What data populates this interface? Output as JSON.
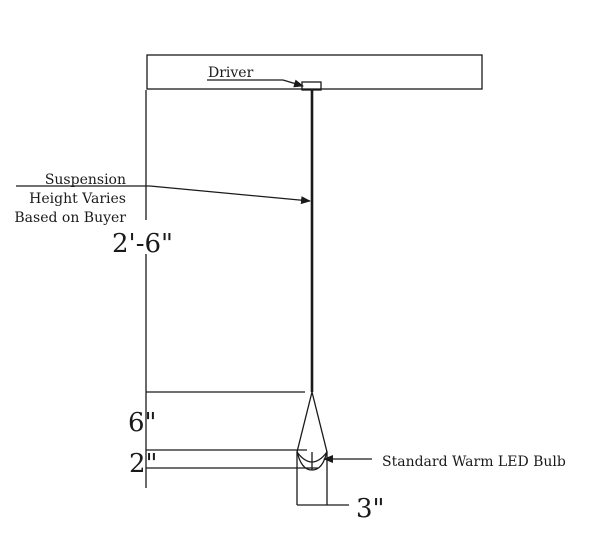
{
  "labels": {
    "driver": "Driver",
    "suspension_line1": "Suspension",
    "suspension_line2": "Height Varies",
    "suspension_line3": "Based on Buyer",
    "bulb": "Standard Warm LED Bulb"
  },
  "dimensions": {
    "suspension_height": "2'-6\"",
    "shade_height": "6\"",
    "bulb_height": "2\"",
    "bulb_width": "3\""
  }
}
